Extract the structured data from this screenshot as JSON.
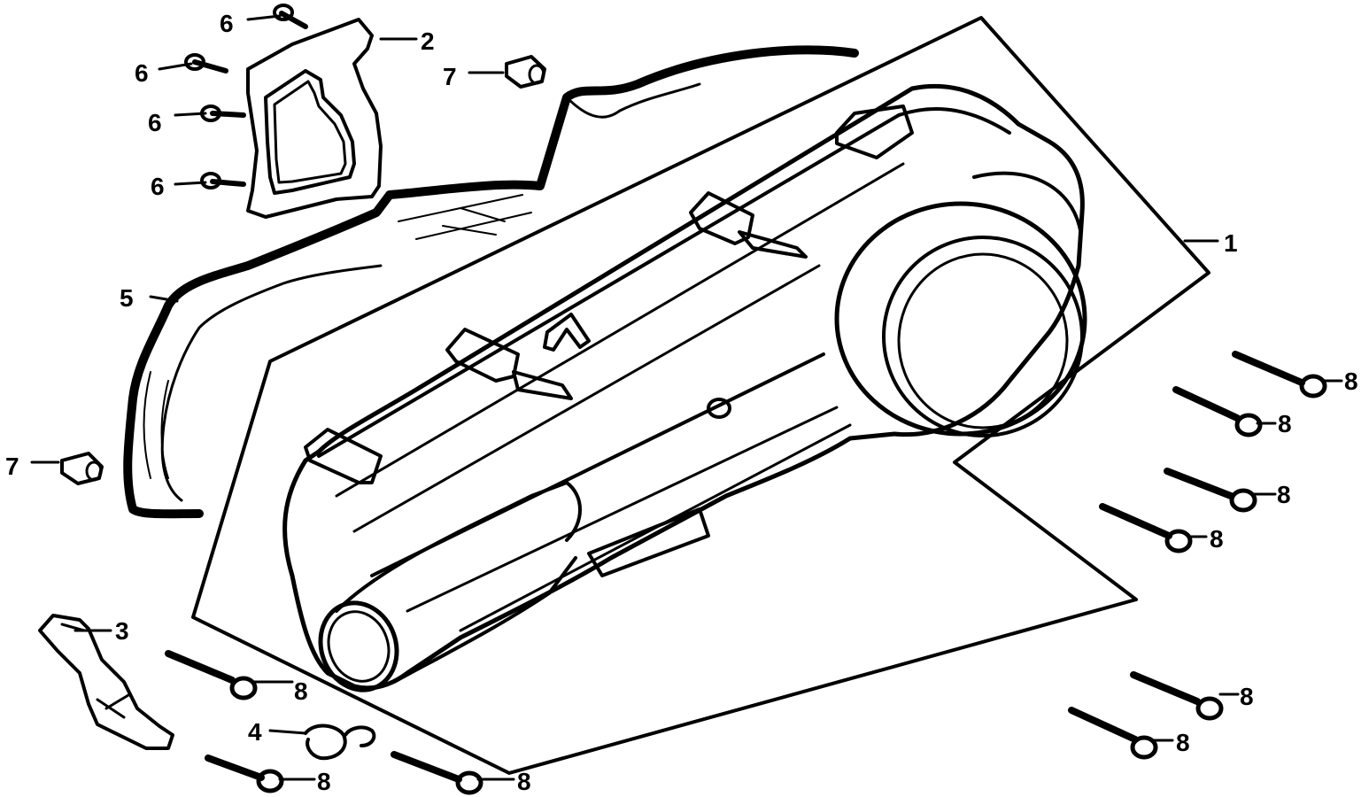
{
  "callouts": [
    {
      "id": "c1",
      "label": "1",
      "part": "crankcase-cover-left"
    },
    {
      "id": "c2",
      "label": "2",
      "part": "cover-plate"
    },
    {
      "id": "c3",
      "label": "3",
      "part": "bracket"
    },
    {
      "id": "c4",
      "label": "4",
      "part": "clip"
    },
    {
      "id": "c5",
      "label": "5",
      "part": "gasket"
    },
    {
      "id": "c6a",
      "label": "6",
      "part": "screw"
    },
    {
      "id": "c6b",
      "label": "6",
      "part": "screw"
    },
    {
      "id": "c6c",
      "label": "6",
      "part": "screw"
    },
    {
      "id": "c6d",
      "label": "6",
      "part": "screw"
    },
    {
      "id": "c7a",
      "label": "7",
      "part": "dowel-pin"
    },
    {
      "id": "c7b",
      "label": "7",
      "part": "dowel-pin"
    },
    {
      "id": "c8a",
      "label": "8",
      "part": "bolt"
    },
    {
      "id": "c8b",
      "label": "8",
      "part": "bolt"
    },
    {
      "id": "c8c",
      "label": "8",
      "part": "bolt"
    },
    {
      "id": "c8d",
      "label": "8",
      "part": "bolt"
    },
    {
      "id": "c8e",
      "label": "8",
      "part": "bolt"
    },
    {
      "id": "c8f",
      "label": "8",
      "part": "bolt"
    },
    {
      "id": "c8g",
      "label": "8",
      "part": "bolt"
    },
    {
      "id": "c8h",
      "label": "8",
      "part": "bolt"
    },
    {
      "id": "c8i",
      "label": "8",
      "part": "bolt"
    }
  ]
}
